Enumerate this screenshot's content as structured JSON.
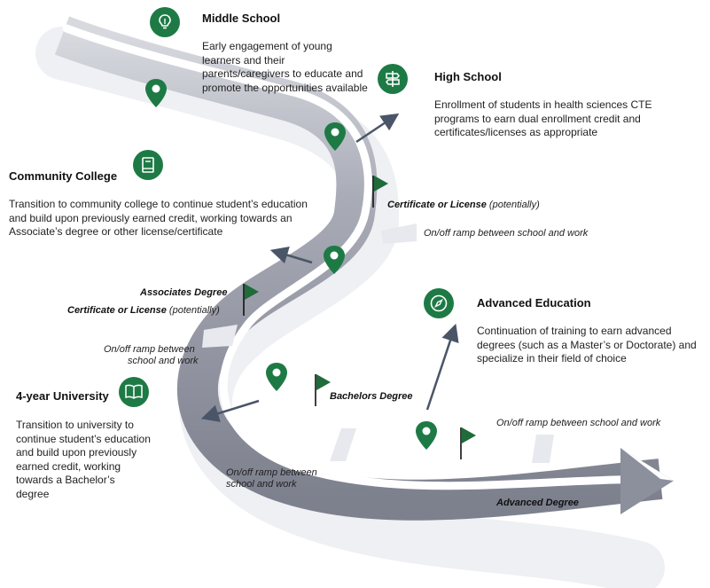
{
  "stages": {
    "middle_school": {
      "title": "Middle School",
      "desc": "Early engagement of young learners and their parents/caregivers to educate and promote the opportunities available",
      "icon": "lightbulb-icon"
    },
    "high_school": {
      "title": "High School",
      "desc": "Enrollment of students in health sciences CTE programs to earn dual enrollment credit and certificates/licenses as appropriate",
      "icon": "signpost-icon"
    },
    "community_college": {
      "title": "Community College",
      "desc": "Transition to community college to continue student’s education and build upon previously earned credit, working towards an Associate’s degree or other license/certificate",
      "icon": "book-icon"
    },
    "university": {
      "title": "4-year University",
      "desc": "Transition to university to continue student’s education and build upon previously earned credit, working towards a Bachelor’s degree",
      "icon": "open-book-icon"
    },
    "advanced": {
      "title": "Advanced Education",
      "desc": "Continuation of training to earn advanced degrees (such as a Master’s or Doctorate) and specialize in their field of choice",
      "icon": "compass-icon"
    }
  },
  "milestones": {
    "cert1_bold": "Certificate or License",
    "cert1_rest": " (potentially)",
    "assoc": "Associates Degree",
    "cert2_bold": "Certificate or License",
    "cert2_rest": " (potentially)",
    "bachelors": "Bachelors Degree",
    "advanced_degree": "Advanced Degree"
  },
  "ramps": {
    "r1": "On/off ramp between school and work",
    "r2_line1": "On/off ramp between",
    "r2_line2": "school and work",
    "r3": "On/off ramp between school and work",
    "r4_line1": "On/off ramp between",
    "r4_line2": "school and work"
  },
  "colors": {
    "brand_green": "#1e7a45",
    "flag_green": "#1f6b3a",
    "road_gray": "#8c8f9c",
    "arrow_blue": "#4a5568"
  }
}
